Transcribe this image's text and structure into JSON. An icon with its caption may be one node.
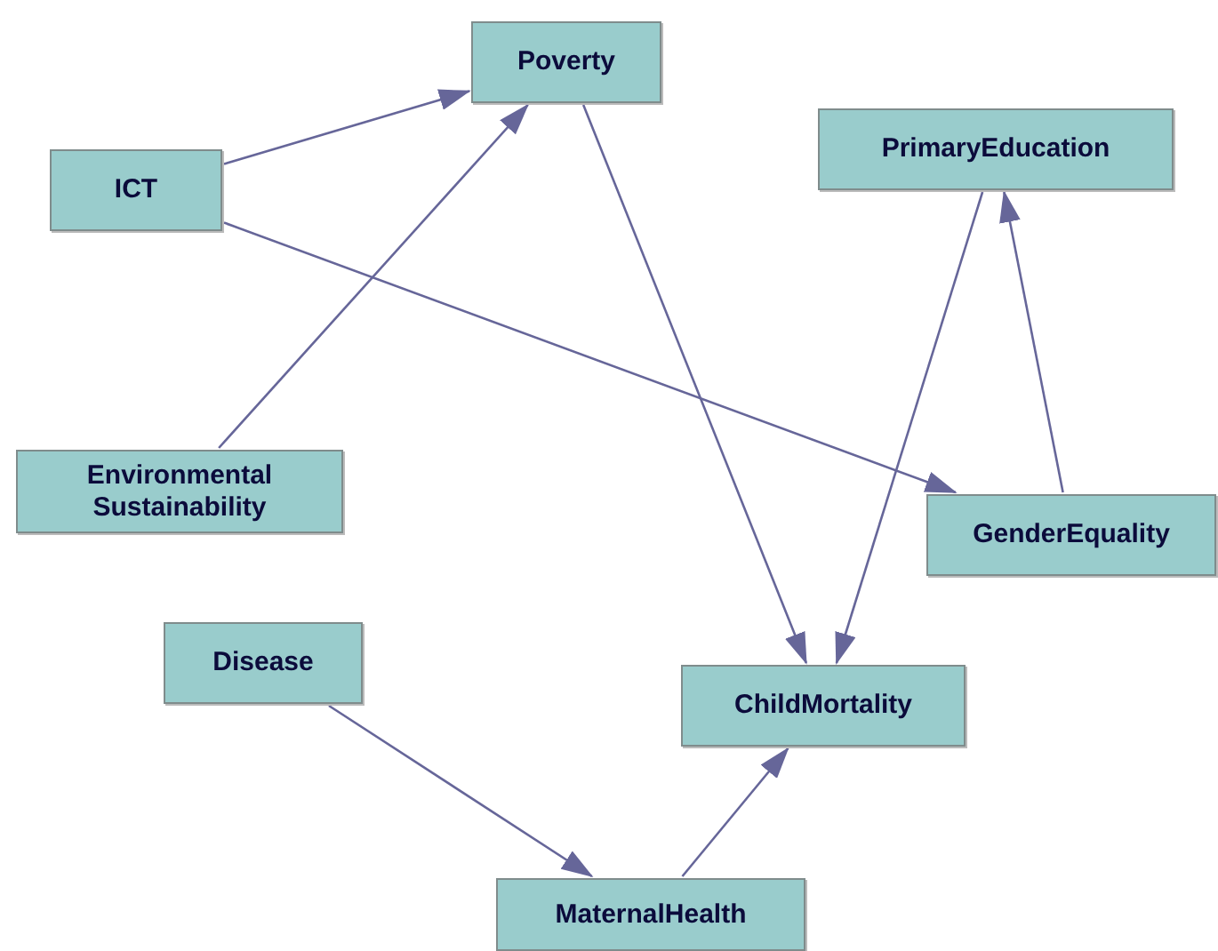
{
  "diagram": {
    "nodes": [
      {
        "text": [
          "Poverty"
        ]
      },
      {
        "text": [
          "ICT"
        ]
      },
      {
        "text": [
          "PrimaryEducation"
        ]
      },
      {
        "text": [
          "Environmental Sustainability"
        ]
      },
      {
        "text": [
          "GenderEquality"
        ]
      },
      {
        "text": [
          "Disease"
        ]
      },
      {
        "text": [
          "ChildMortality"
        ]
      },
      {
        "text": [
          "MaternalHealth"
        ]
      }
    ],
    "edges": [
      {
        "from": 1,
        "to": 0,
        "arrow": "to"
      },
      {
        "from": 3,
        "to": 0,
        "arrow": "to"
      },
      {
        "from": 1,
        "to": 4,
        "arrow": "to"
      },
      {
        "from": 0,
        "to": 6,
        "arrow": "to"
      },
      {
        "from": 2,
        "to": 6,
        "arrow": "to"
      },
      {
        "from": 4,
        "to": 2,
        "arrow": "to"
      },
      {
        "from": 5,
        "to": 7,
        "arrow": "to"
      },
      {
        "from": 7,
        "to": 6,
        "arrow": "to"
      }
    ]
  }
}
